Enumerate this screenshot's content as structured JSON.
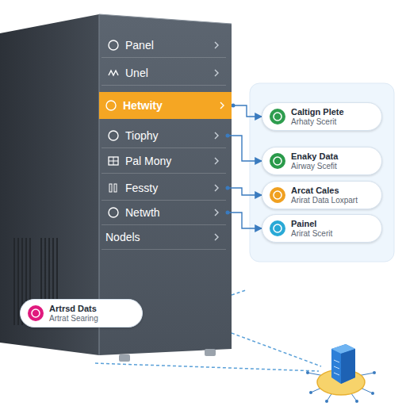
{
  "diagram": {
    "nodes": [
      {
        "text": [
          "Panel"
        ]
      },
      {
        "text": [
          "Unel"
        ]
      },
      {
        "text": [
          "Hetwity"
        ]
      },
      {
        "text": [
          "Tiophy"
        ]
      },
      {
        "text": [
          "Pal Mony"
        ]
      },
      {
        "text": [
          "Fessty"
        ]
      },
      {
        "text": [
          "Netwth"
        ]
      },
      {
        "text": [
          "Nodels"
        ]
      },
      {
        "text": [
          "Caltign Plete",
          "Arhaty Scerit"
        ]
      },
      {
        "text": [
          "Enaky Data",
          "Airway Scefit"
        ]
      },
      {
        "text": [
          "Arcat Cales",
          "Arirat Data Loxpart"
        ]
      },
      {
        "text": [
          "Painel",
          "Arirat Scerit"
        ]
      },
      {
        "text": [
          "Artrsd Dats",
          "Artrat Searing"
        ]
      }
    ],
    "edges": [
      {
        "from": 2,
        "to": 8,
        "arrow": "to"
      },
      {
        "from": 3,
        "to": 9,
        "arrow": "to"
      },
      {
        "from": 5,
        "to": 10,
        "arrow": "to"
      },
      {
        "from": 6,
        "to": 11,
        "arrow": "to"
      }
    ]
  }
}
